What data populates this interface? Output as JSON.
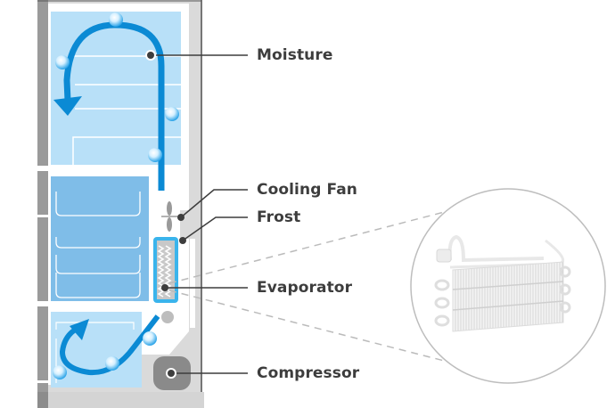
{
  "diagram": {
    "subject": "refrigerator cooling and defrost system",
    "labels": {
      "moisture": "Moisture",
      "cooling_fan": "Cooling Fan",
      "frost": "Frost",
      "evaporator": "Evaporator",
      "compressor": "Compressor"
    },
    "compartments": [
      "refrigerator-upper",
      "freezer-middle",
      "vegetable-lower"
    ],
    "inset": "evaporator-coil-closeup"
  },
  "colors": {
    "airflow": "#0b8ad4",
    "compartment_light": "#b8e0f8",
    "freezer": "#7fbde8",
    "frame_gray": "#dadada",
    "frame_dark": "#8c8c8c",
    "leader": "#3d3d3d",
    "evaporator_border": "#3ab4ec",
    "compressor": "#8a8a8a",
    "dashed": "#bbbbbb"
  }
}
